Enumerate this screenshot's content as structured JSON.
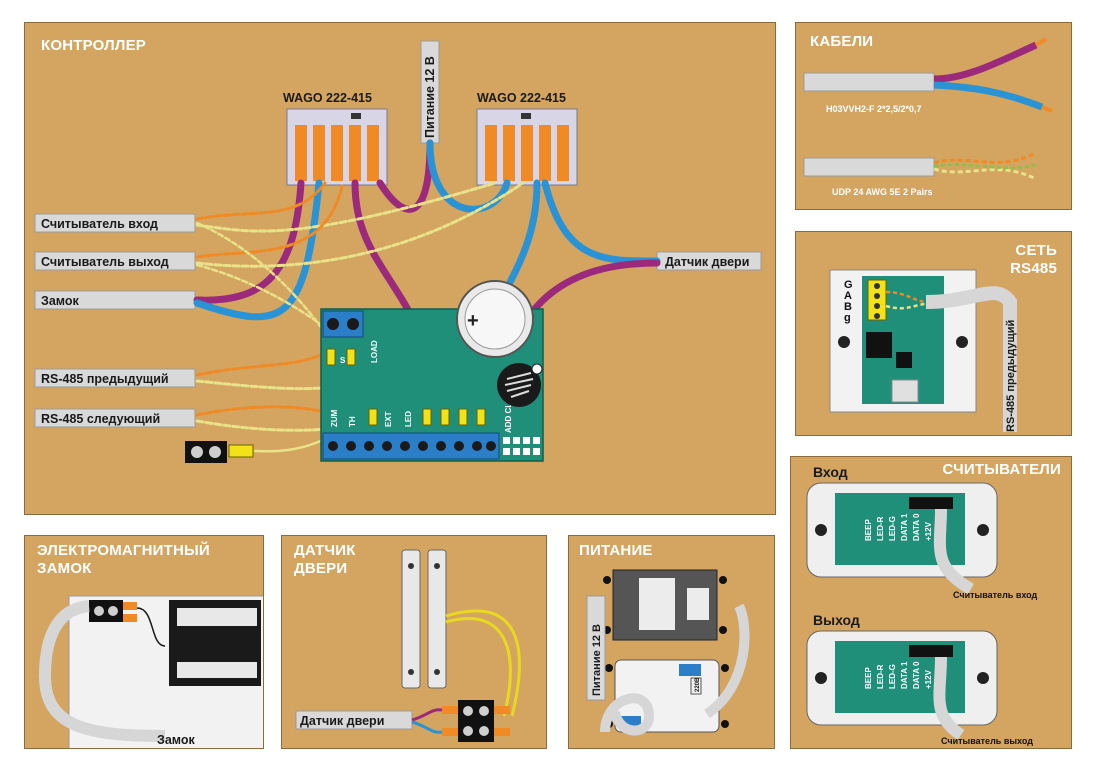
{
  "controller": {
    "title": "КОНТРОЛЛЕР",
    "wago_left": "WAGO 222-415",
    "wago_right": "WAGO 222-415",
    "power": "Питание 12 В",
    "door_sensor": "Датчик двери",
    "labels": {
      "reader_in": "Считыватель вход",
      "reader_out": "Считыватель выход",
      "lock": "Замок",
      "rs485_prev": "RS-485 предыдущий",
      "rs485_next": "RS-485 следующий"
    },
    "board_labels": {
      "s": "S",
      "load": "LOAD",
      "zum": "ZUM",
      "th": "TH",
      "ext": "EXT",
      "led": "LED",
      "add_clr": "ADD CLR",
      "plus": "+"
    }
  },
  "cables": {
    "title": "КАБЕЛИ",
    "cable1": "H03VVH2-F  2*2,5/2*0,7",
    "cable2": "UDP 24 AWG 5E 2 Pairs"
  },
  "network": {
    "title": "СЕТЬ\nRS485",
    "pins": [
      "G",
      "A",
      "B",
      "g"
    ],
    "cable_label": "RS-485 предыдущий"
  },
  "readers": {
    "title": "СЧИТЫВАТЕЛИ",
    "input_title": "Вход",
    "output_title": "Выход",
    "pins": [
      "BEEP",
      "LED-R",
      "LED-G",
      "DATA 1",
      "DATA 0",
      "+12V"
    ],
    "input_label": "Считыватель вход",
    "output_label": "Считыватель выход"
  },
  "lock_panel": {
    "title": "ЭЛЕКТРОМАГНИТНЫЙ\nЗАМОК",
    "label": "Замок"
  },
  "door_panel": {
    "title": "ДАТЧИК\nДВЕРИ",
    "label": "Датчик двери"
  },
  "power_panel": {
    "title": "ПИТАНИЕ",
    "vertical_label": "Питание 12 В",
    "voltage_tag": "220В"
  },
  "colors": {
    "panel_bg": "#d4a560",
    "board": "#1f8f7a",
    "purple": "#9b2a7c",
    "blue": "#2a93d5",
    "orange": "#f08a24",
    "pale_yellow": "#e8e28a",
    "gray_cable": "#d6d6d6",
    "terminal_yellow": "#f2e21a"
  },
  "icons": [
    "wago-connector-icon",
    "terminal-block-icon",
    "battery-icon",
    "buzzer-icon",
    "screw-icon"
  ]
}
